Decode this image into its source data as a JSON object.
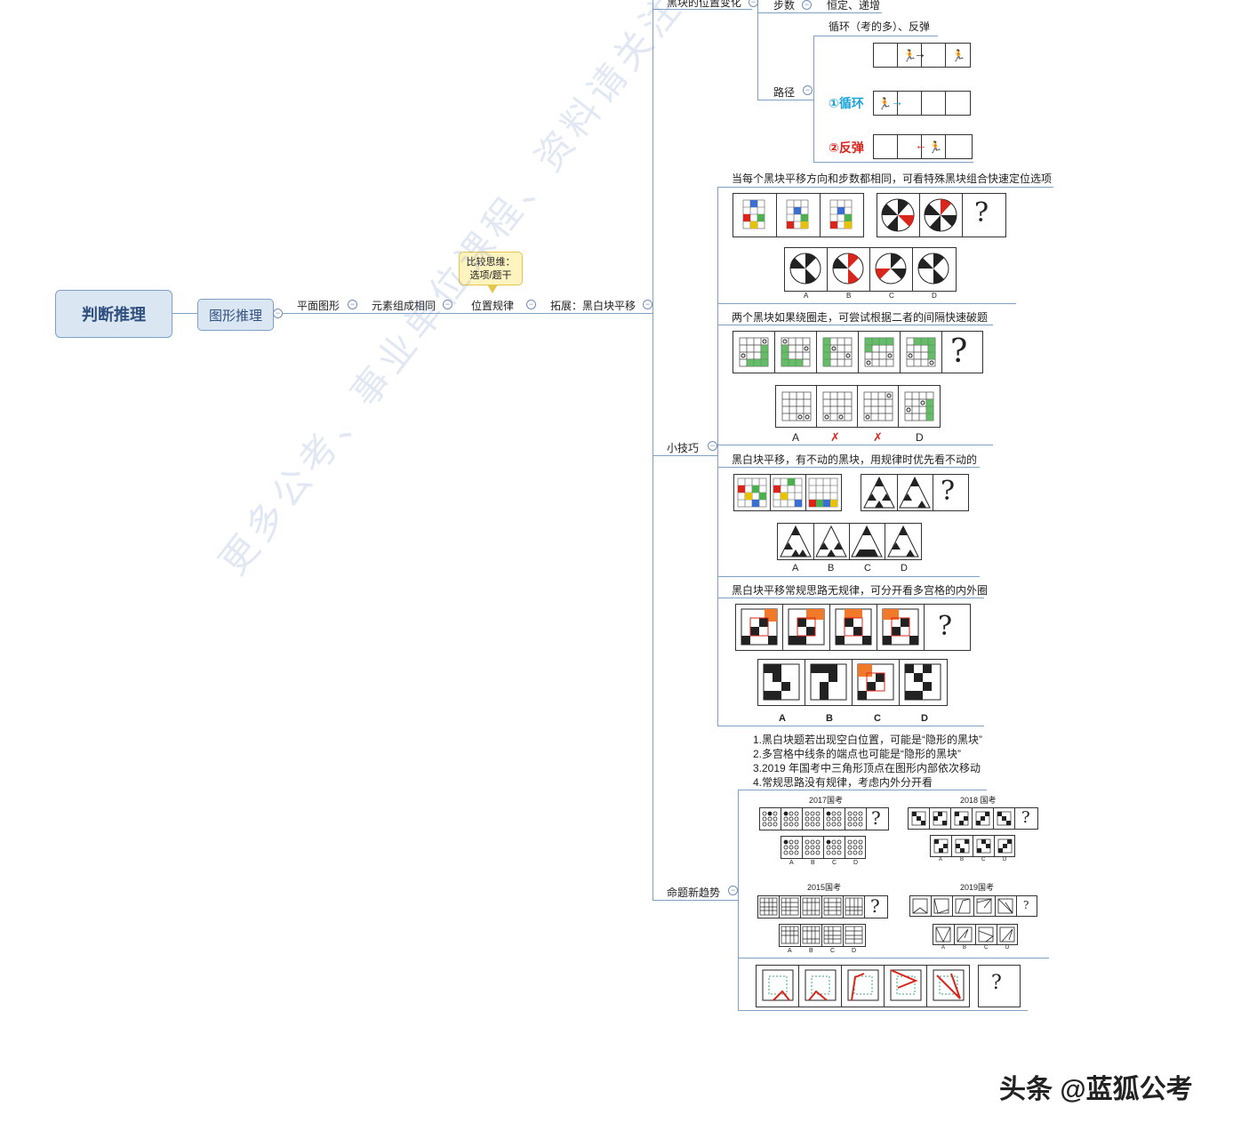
{
  "mindmap": {
    "root": "判断推理",
    "main": "图形推理",
    "chain": [
      "平面图形",
      "元素组成相同",
      "位置规律",
      "拓展：黑白块平移"
    ],
    "callout": [
      "比较思维：",
      "选项/题干"
    ],
    "top_node": "黑块的位置变化",
    "steps_node": "步数",
    "steps_value": "恒定、递增",
    "path_node": "路径",
    "path_value": "循环（考的多）、反弹",
    "cycle_label": "①循环",
    "bounce_label": "②反弹",
    "tips_node": "小技巧",
    "tip1": "当每个黑块平移方向和步数都相同，可看特殊黑块组合快速定位选项",
    "tip2": "两个黑块如果绕圈走，可尝试根据二者的间隔快速破题",
    "tip3": "黑白块平移，有不动的黑块，用规律时优先看不动的",
    "tip4": "黑白块平移常规思路无规律，可分开看多宫格的内外圈",
    "trend_node": "命题新趋势",
    "trend_notes": [
      "1.黑白块题若出现空白位置，可能是“隐形的黑块”",
      "2.多宫格中线条的端点也可能是“隐形的黑块”",
      "3.2019 年国考中三角形顶点在图形内部依次移动",
      "4.常规思路没有规律，考虑内外分开看"
    ],
    "exam_years": [
      "2017国考",
      "2018 国考",
      "2015国考",
      "2019国考"
    ]
  },
  "options": [
    "A",
    "B",
    "C",
    "D"
  ],
  "question_mark": "?",
  "watermark": "更多公考、事业单位课程、资料请关注公众号【蓝狐公考】",
  "footer": "头条 @蓝狐公考",
  "colors": {
    "node_fill": "#dbe6f3",
    "node_border": "#7f9fc4",
    "cycle": "#1aa3d9",
    "bounce": "#d9261c",
    "callout": "#fff3c0"
  }
}
